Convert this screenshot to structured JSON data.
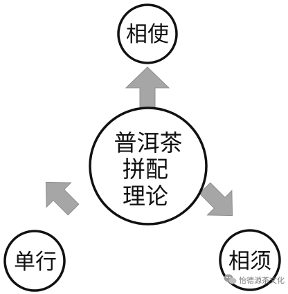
{
  "diagram": {
    "center": {
      "lines": [
        "普洱茶",
        "拼配",
        "理论"
      ]
    },
    "nodes": {
      "top": "相使",
      "bottom_left": "单行",
      "bottom_right": "相须"
    },
    "colors": {
      "stroke": "#111111",
      "arrow_fill": "#a6a6a6",
      "background": "#ffffff"
    },
    "watermark": {
      "text": "怡德源茶文化",
      "icon": "wechat-icon"
    }
  }
}
